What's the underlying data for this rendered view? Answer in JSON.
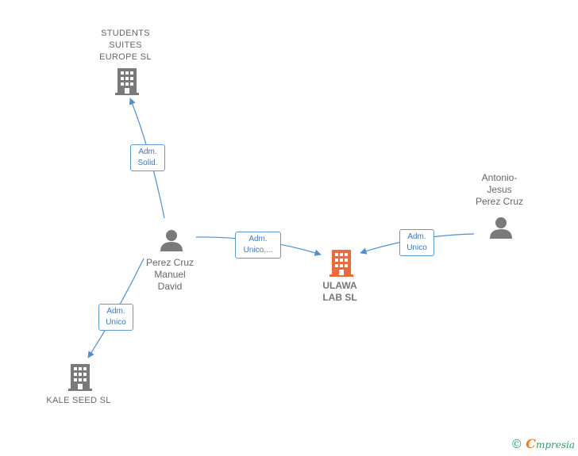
{
  "colors": {
    "edge": "#4a8fd8",
    "company": "#7a7a7a",
    "focus_company": "#ef6a3a",
    "person": "#7a7a7a"
  },
  "nodes": {
    "students_suites": {
      "label": "STUDENTS\nSUITES\nEUROPE  SL",
      "icon": "building-icon"
    },
    "kale_seed": {
      "label": "KALE SEED  SL",
      "icon": "building-icon"
    },
    "ulawa_lab": {
      "label": "ULAWA\nLAB  SL",
      "icon": "building-icon"
    },
    "perez_cruz_manuel": {
      "label": "Perez Cruz\nManuel\nDavid",
      "icon": "person-icon"
    },
    "antonio_jesus": {
      "label": "Antonio-\nJesus\nPerez Cruz",
      "icon": "person-icon"
    }
  },
  "edges": {
    "manuel_to_students": {
      "label": "Adm.\nSolid."
    },
    "manuel_to_kale": {
      "label": "Adm.\nUnico"
    },
    "manuel_to_ulawa": {
      "label": "Adm.\nUnico,..."
    },
    "antonio_to_ulawa": {
      "label": "Adm.\nUnico"
    }
  },
  "brand": {
    "copyright": "©",
    "initial": "C",
    "name": "mpresia"
  }
}
